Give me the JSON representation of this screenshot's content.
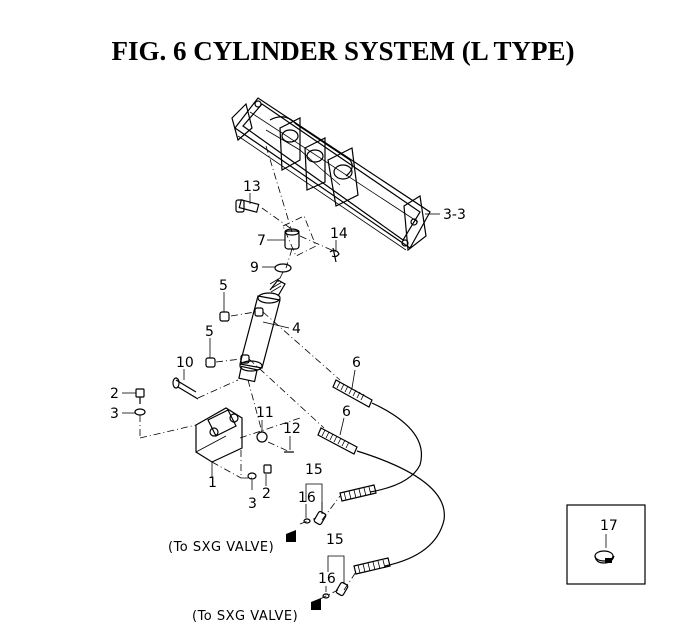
{
  "title": "FIG. 6  CYLINDER SYSTEM (L TYPE)",
  "callouts": {
    "p1": "1",
    "p2a": "2",
    "p2b": "2",
    "p3a": "3",
    "p3b": "3",
    "p3_3": "3-3",
    "p4": "4",
    "p5a": "5",
    "p5b": "5",
    "p6a": "6",
    "p6b": "6",
    "p7": "7",
    "p9": "9",
    "p10": "10",
    "p11": "11",
    "p12": "12",
    "p13": "13",
    "p14": "14",
    "p15a": "15",
    "p15b": "15",
    "p16a": "16",
    "p16b": "16",
    "p17": "17"
  },
  "notes": {
    "valve1": "(To SXG VALVE)",
    "valve2": "(To SXG VALVE)"
  }
}
